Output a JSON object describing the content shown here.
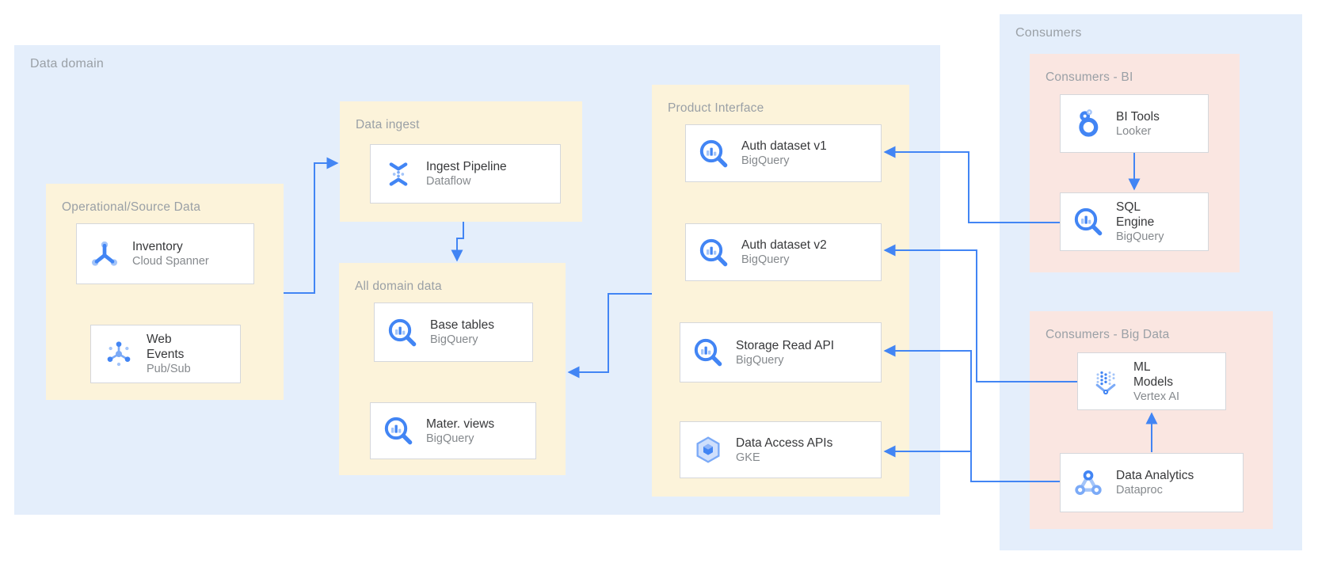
{
  "regions": {
    "data_domain": {
      "label": "Data domain"
    },
    "consumers": {
      "label": "Consumers"
    }
  },
  "groups": {
    "operational": {
      "label": "Operational/Source Data"
    },
    "data_ingest": {
      "label": "Data ingest"
    },
    "all_domain_data": {
      "label": "All domain data"
    },
    "product_interface": {
      "label": "Product Interface"
    },
    "consumers_bi": {
      "label": "Consumers - BI"
    },
    "consumers_big_data": {
      "label": "Consumers - Big Data"
    }
  },
  "cards": {
    "inventory": {
      "title": "Inventory",
      "subtitle": "Cloud Spanner",
      "icon": "cloud-spanner-icon"
    },
    "web_events": {
      "title": "Web\nEvents",
      "subtitle": "Pub/Sub",
      "icon": "pubsub-icon"
    },
    "ingest_pipeline": {
      "title": "Ingest Pipeline",
      "subtitle": "Dataflow",
      "icon": "dataflow-icon"
    },
    "base_tables": {
      "title": "Base tables",
      "subtitle": "BigQuery",
      "icon": "bigquery-icon"
    },
    "mater_views": {
      "title": "Mater. views",
      "subtitle": "BigQuery",
      "icon": "bigquery-icon"
    },
    "auth_dataset_v1": {
      "title": "Auth dataset v1",
      "subtitle": "BigQuery",
      "icon": "bigquery-icon"
    },
    "auth_dataset_v2": {
      "title": "Auth dataset v2",
      "subtitle": "BigQuery",
      "icon": "bigquery-icon"
    },
    "storage_read_api": {
      "title": "Storage Read API",
      "subtitle": "BigQuery",
      "icon": "bigquery-icon"
    },
    "data_access_apis": {
      "title": "Data Access APIs",
      "subtitle": "GKE",
      "icon": "gke-icon"
    },
    "bi_tools": {
      "title": "BI Tools",
      "subtitle": "Looker",
      "icon": "looker-icon"
    },
    "sql_engine": {
      "title": "SQL\nEngine",
      "subtitle": "BigQuery",
      "icon": "bigquery-icon"
    },
    "ml_models": {
      "title": "ML\nModels",
      "subtitle": "Vertex AI",
      "icon": "vertex-ai-icon"
    },
    "data_analytics": {
      "title": "Data Analytics",
      "subtitle": "Dataproc",
      "icon": "dataproc-icon"
    }
  },
  "colors": {
    "domain_bg": "#e4eefb",
    "group_bg": "#fcf3da",
    "consumer_group_bg": "#fae6e1",
    "arrow": "#4285f4",
    "card_border": "#d5d7db",
    "title_gray": "#9aa0a6",
    "card_text": "#37383a",
    "card_subtext": "#85898d"
  }
}
